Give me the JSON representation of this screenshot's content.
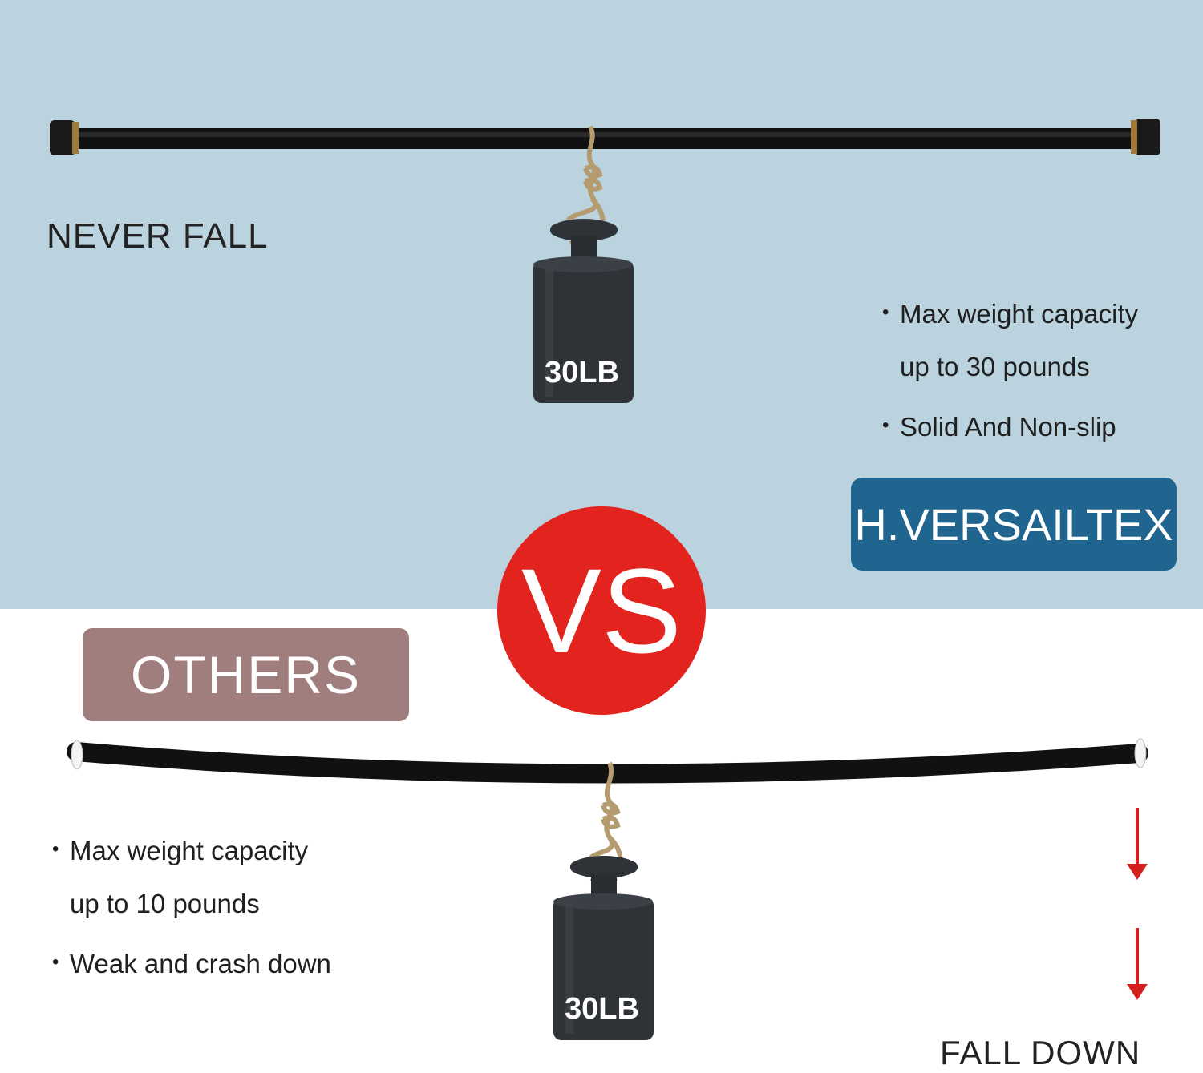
{
  "top": {
    "headline": "NEVER FALL",
    "bullets": [
      {
        "line1": "Max weight capacity",
        "line2": "up to 30 pounds"
      },
      {
        "line1": "Solid And Non-slip"
      }
    ],
    "brand": "H.VERSAILTEX",
    "weight_label": "30LB"
  },
  "vs_label": "VS",
  "bottom": {
    "badge": "OTHERS",
    "bullets": [
      {
        "line1": "Max weight capacity",
        "line2": "up to 10 pounds"
      },
      {
        "line1": "Weak and crash down"
      }
    ],
    "weight_label": "30LB",
    "headline": "FALL DOWN"
  },
  "colors": {
    "top_background": "#bad3df",
    "brand_badge": "#20658f",
    "others_badge": "#a17e7e",
    "vs_circle": "#e2231e",
    "arrow": "#d3201c",
    "rod": "#111111",
    "weight": "#2f3338"
  }
}
